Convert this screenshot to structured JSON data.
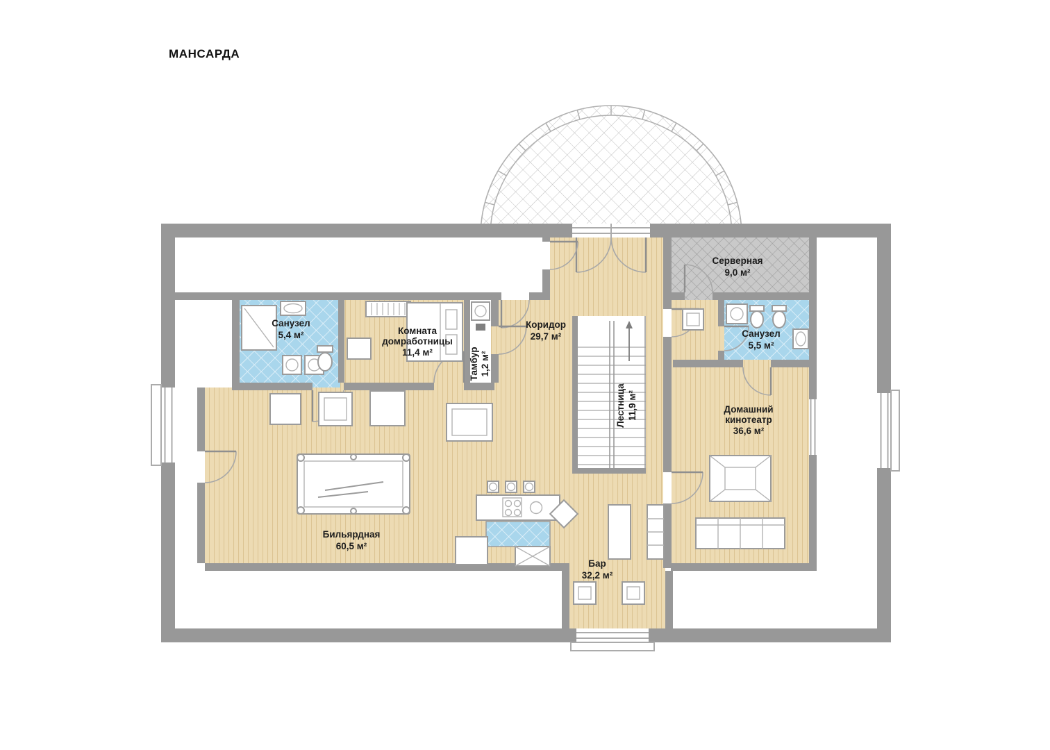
{
  "page": {
    "title": "МАНСАРДА"
  },
  "rooms": {
    "bathroom_left": {
      "name": "Санузел",
      "area": "5,4 м²"
    },
    "housekeeper": {
      "name_line1": "Комната",
      "name_line2": "домработницы",
      "area": "11,4 м²"
    },
    "vestibule": {
      "name": "Тамбур",
      "area": "1,2 м²"
    },
    "corridor": {
      "name": "Коридор",
      "area": "29,7 м²"
    },
    "server": {
      "name": "Серверная",
      "area": "9,0 м²"
    },
    "bathroom_right": {
      "name": "Санузел",
      "area": "5,5 м²"
    },
    "stairs": {
      "name": "Лестница",
      "area": "11,9 м²"
    },
    "cinema": {
      "name_line1": "Домашний",
      "name_line2": "кинотеатр",
      "area": "36,6 м²"
    },
    "billiard": {
      "name": "Бильярдная",
      "area": "60,5 м²"
    },
    "bar": {
      "name": "Бар",
      "area": "32,2 м²"
    }
  },
  "colors": {
    "wall": "#989898",
    "floor_wood": "#eddbb3",
    "floor_wood_stripe": "#dcc493",
    "bathroom_tile": "#a9d6ec",
    "server_fill": "#c9c9c9",
    "label_text": "#1c1c1c",
    "background": "#ffffff"
  }
}
